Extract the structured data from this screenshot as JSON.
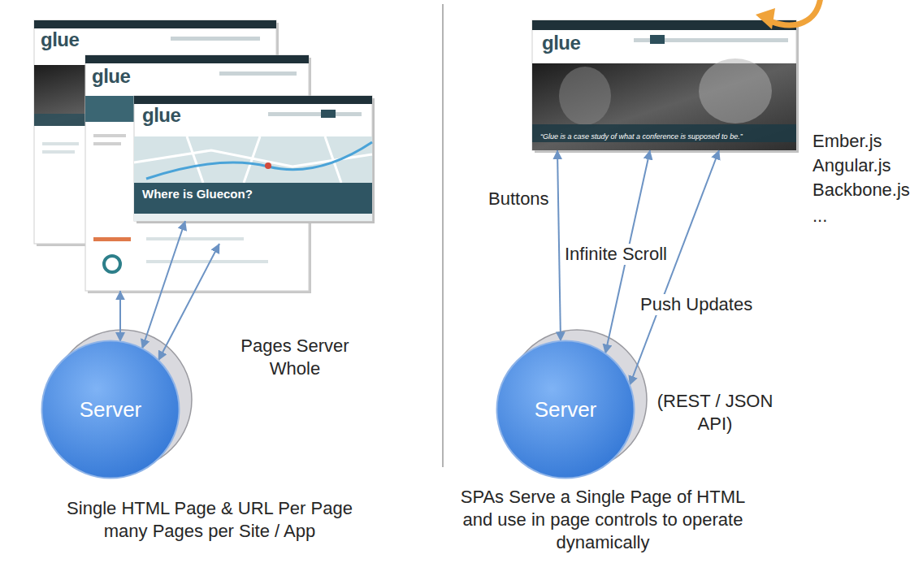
{
  "diagram": {
    "nodes": [
      {
        "text": [
          "glue"
        ]
      },
      {
        "text": [
          "glue"
        ]
      },
      {
        "text": [
          "glue",
          "Where is Gluecon?"
        ]
      },
      {
        "text": [
          "Server"
        ]
      },
      {
        "text": [
          "glue",
          "“Glue is a case study of what a conference is supposed to be.”"
        ]
      },
      {
        "text": [
          "Server"
        ]
      }
    ],
    "edges": [
      {
        "from": 3,
        "to": 1,
        "arrow": "both"
      },
      {
        "from": 3,
        "to": 2,
        "arrow": "both"
      },
      {
        "from": 3,
        "to": 0,
        "arrow": "both"
      },
      {
        "from": 5,
        "to": 4,
        "label": "Buttons",
        "arrow": "both"
      },
      {
        "from": 5,
        "to": 4,
        "label": "Infinite Scroll",
        "arrow": "both"
      },
      {
        "from": 5,
        "to": 4,
        "label": "Push Updates",
        "arrow": "both"
      }
    ],
    "labels": [
      "Pages Server Whole",
      "Single HTML Page & URL Per Page many Pages per Site / App",
      "(REST / JSON API)",
      "Ember.js",
      "Angular.js",
      "Backbone.js",
      "...",
      "SPAs Serve a Single Page of HTML and use in page controls to operate dynamically"
    ]
  }
}
